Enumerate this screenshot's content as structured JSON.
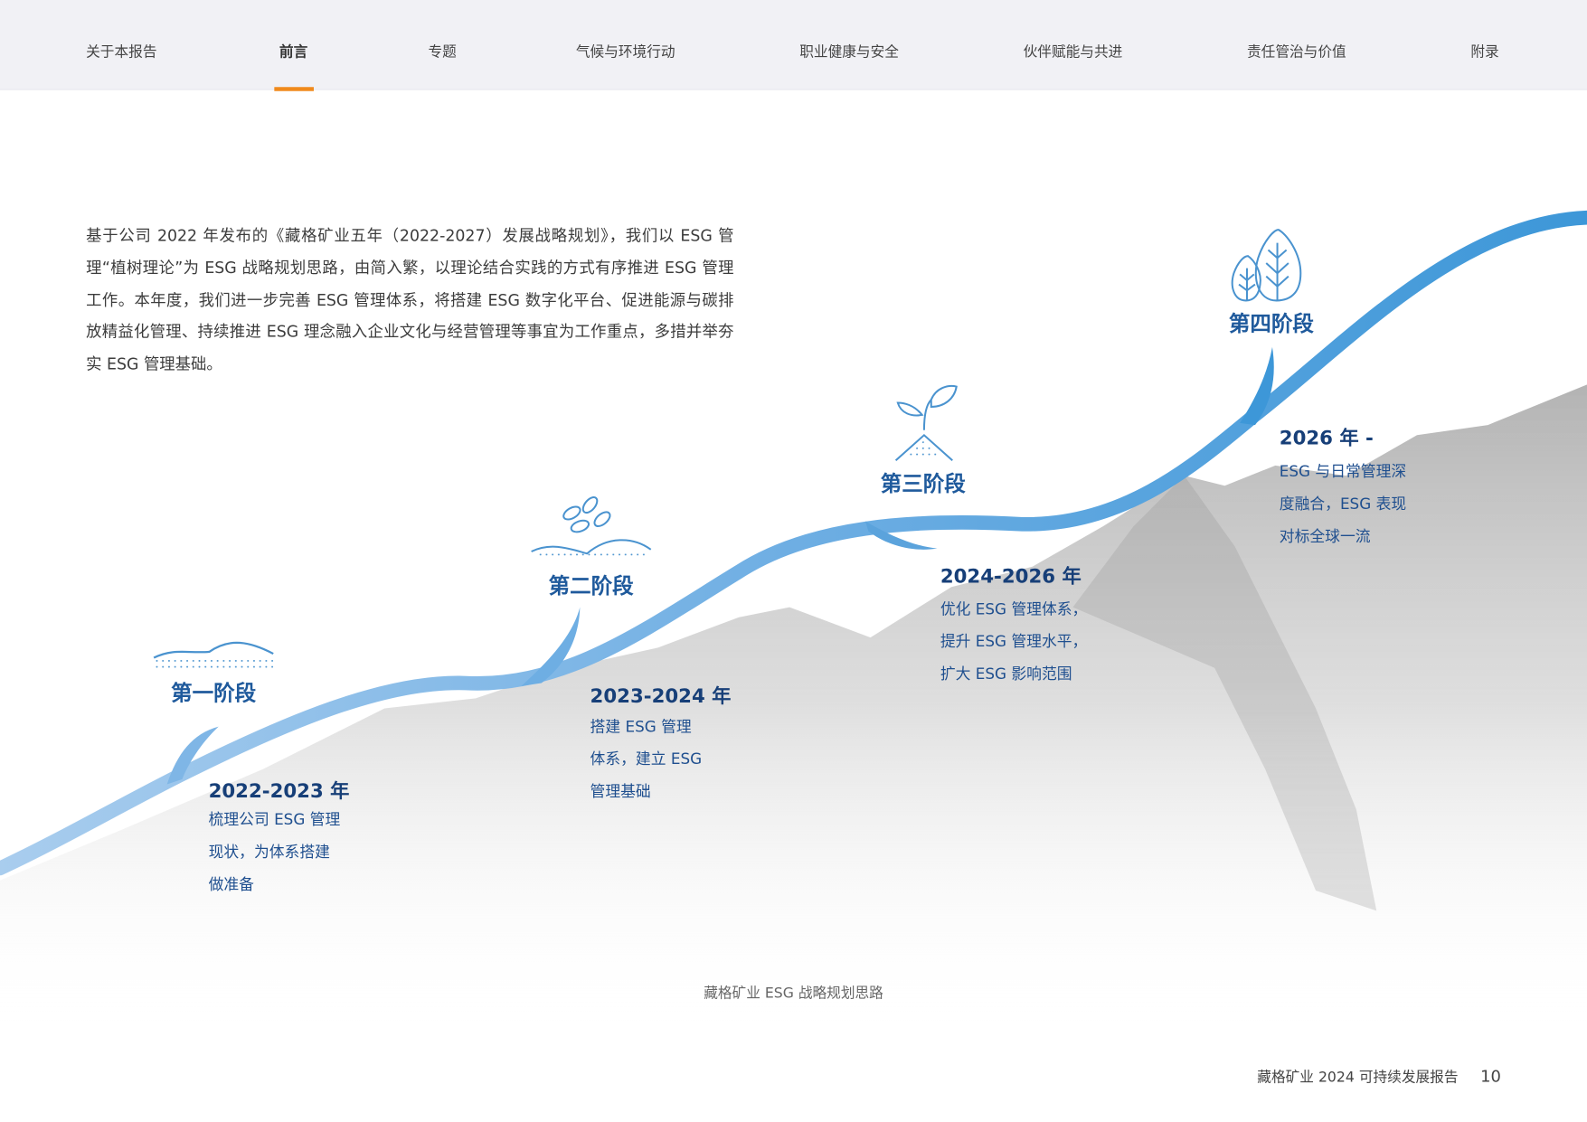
{
  "nav": {
    "items": [
      "关于本报告",
      "前言",
      "专题",
      "气候与环境行动",
      "职业健康与安全",
      "伙伴赋能与共进",
      "责任管治与价值",
      "附录"
    ],
    "active_index": 1
  },
  "intro": "基于公司 2022 年发布的《藏格矿业五年（2022-2027）发展战略规划》，我们以 ESG 管理“植树理论”为 ESG 战略规划思路，由简入繁，以理论结合实践的方式有序推进 ESG 管理工作。本年度，我们进一步完善 ESG 管理体系，将搭建 ESG 数字化平台、促进能源与碳排放精益化管理、持续推进 ESG 理念融入企业文化与经营管理等事宜为工作重点，多措并举夯实 ESG 管理基础。",
  "stages": [
    {
      "label": "第一阶段",
      "years": "2022-2023 年",
      "lines": [
        "梳理公司 ESG 管理",
        "现状，为体系搭建",
        "做准备"
      ],
      "icon": "ground-icon"
    },
    {
      "label": "第二阶段",
      "years": "2023-2024 年",
      "lines": [
        "搭建 ESG 管理",
        "体系，建立 ESG",
        "管理基础"
      ],
      "icon": "seeds-icon"
    },
    {
      "label": "第三阶段",
      "years": "2024-2026 年",
      "lines": [
        "优化 ESG 管理体系，",
        "提升 ESG 管理水平，",
        "扩大 ESG 影响范围"
      ],
      "icon": "sprout-icon"
    },
    {
      "label": "第四阶段",
      "years": "2026 年 -",
      "lines": [
        "ESG 与日常管理深",
        "度融合，ESG 表现",
        "对标全球一流"
      ],
      "icon": "trees-icon"
    }
  ],
  "caption": "藏格矿业 ESG 战略规划思路",
  "footer": {
    "title": "藏格矿业 2024 可持续发展报告",
    "page": "10"
  },
  "colors": {
    "accent": "#f08a1c",
    "curve": "#5ba3dc",
    "text_blue": "#1f5a9c"
  }
}
